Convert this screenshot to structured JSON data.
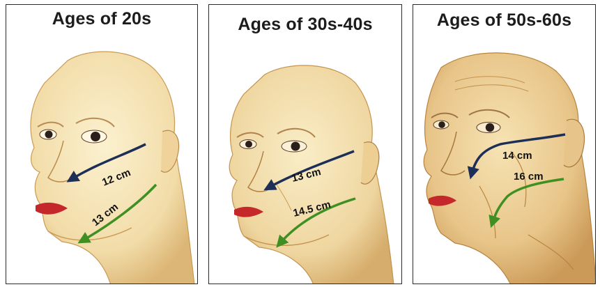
{
  "panels": [
    {
      "title": "Ages of 20s",
      "upper_measure": "12 cm",
      "lower_measure": "13 cm"
    },
    {
      "title": "Ages of 30s-40s",
      "upper_measure": "13 cm",
      "lower_measure": "14.5 cm"
    },
    {
      "title": "Ages of 50s-60s",
      "upper_measure": "14 cm",
      "lower_measure": "16 cm"
    }
  ],
  "colors": {
    "upper_arrow": "#1d2f57",
    "lower_arrow": "#3f8f22",
    "skin": "#f4e3b4",
    "skin_shadow": "#e3c485",
    "lips": "#c4282b"
  }
}
